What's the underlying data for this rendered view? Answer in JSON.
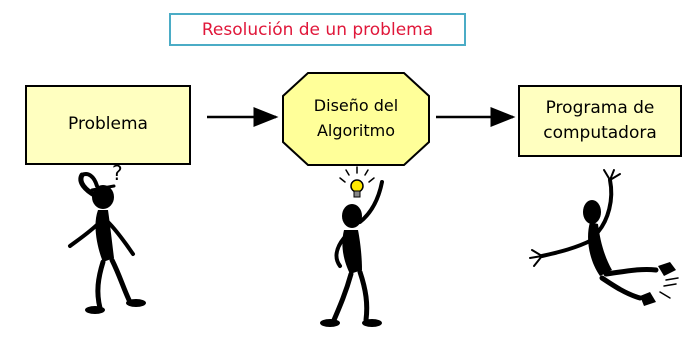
{
  "title": "Resolución de un problema",
  "boxes": {
    "problem": "Problema",
    "design_line1": "Diseño del",
    "design_line2": "Algoritmo",
    "program_line1": "Programa de",
    "program_line2": "computadora"
  },
  "figures": {
    "thinking_mark": "?"
  },
  "colors": {
    "title_text": "#e0173a",
    "title_border": "#4bacc6",
    "box_fill": "#ffffc0",
    "octagon_fill": "#ffff99",
    "bulb": "#ffe800"
  }
}
